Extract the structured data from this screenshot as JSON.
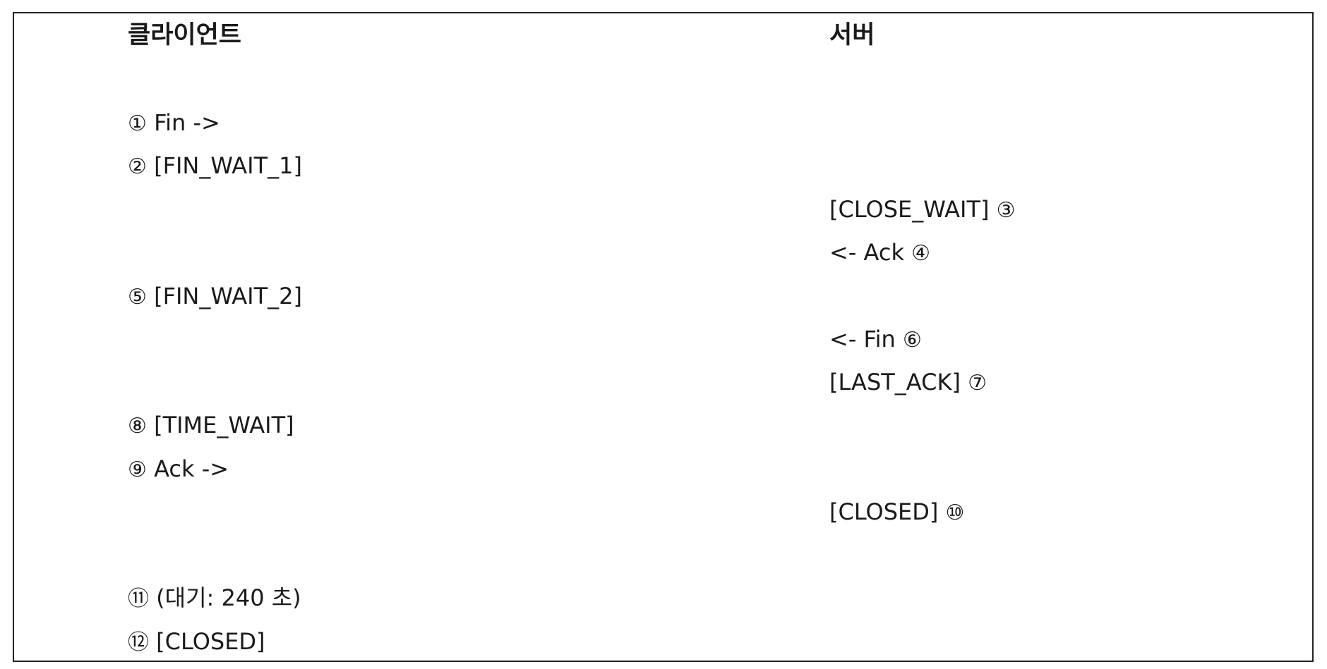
{
  "header": {
    "client": "클라이언트",
    "server": "서버"
  },
  "client_steps": [
    {
      "num": "①",
      "text": "Fin ->"
    },
    {
      "num": "②",
      "text": "[FIN_WAIT_1]"
    },
    {
      "num": "⑤",
      "text": "[FIN_WAIT_2]"
    },
    {
      "num": "⑧",
      "text": "[TIME_WAIT]"
    },
    {
      "num": "⑨",
      "text": "Ack ->"
    },
    {
      "num": "⑪",
      "text": "(대기: 240 초)"
    },
    {
      "num": "⑫",
      "text": "[CLOSED]"
    }
  ],
  "server_steps": [
    {
      "text": "[CLOSE_WAIT]",
      "num": "③"
    },
    {
      "text": "<- Ack",
      "num": "④"
    },
    {
      "text": "<- Fin",
      "num": "⑥"
    },
    {
      "text": "[LAST_ACK]",
      "num": "⑦"
    },
    {
      "text": "[CLOSED]",
      "num": "⑩"
    }
  ]
}
